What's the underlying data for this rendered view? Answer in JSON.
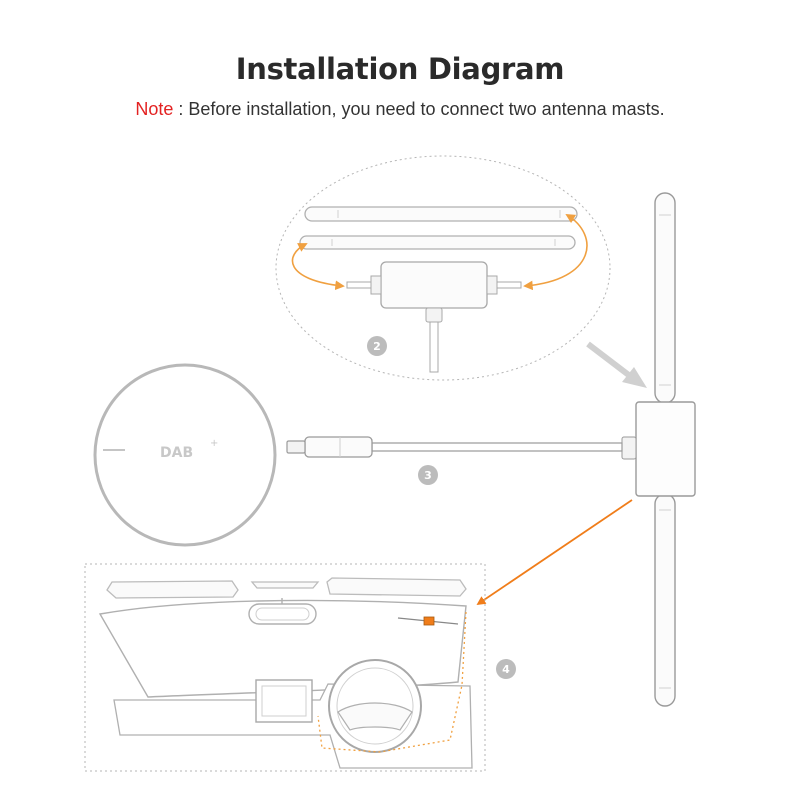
{
  "header": {
    "title": "Installation Diagram",
    "note_label": "Note",
    "note_text": " : Before installation, you need to connect two antenna masts."
  },
  "steps": [
    {
      "number": "2"
    },
    {
      "number": "3"
    },
    {
      "number": "4"
    }
  ],
  "receiver": {
    "logo_text": "DAB",
    "logo_plus": "+"
  },
  "colors": {
    "accent_orange": "#f0a040",
    "pointer_orange": "#f07d1a",
    "outline_gray": "#c0c0c0",
    "badge_gray": "#b8b8b8",
    "note_red": "#e32222"
  }
}
